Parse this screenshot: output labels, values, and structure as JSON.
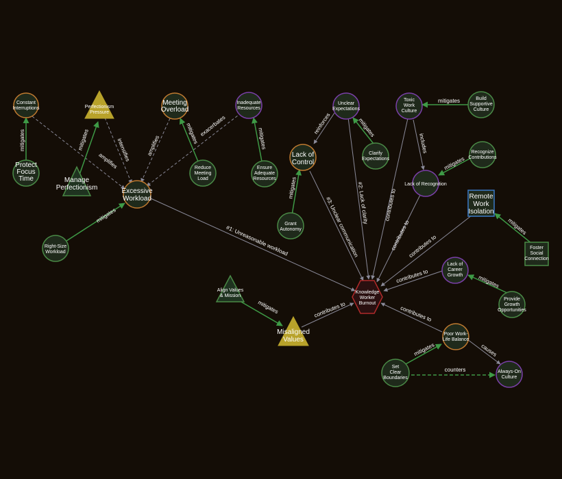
{
  "colors": {
    "background": "#140d06",
    "node_fill": "#1f2a1b",
    "green_stroke": "#4a8a46",
    "purple_stroke": "#7a3fa8",
    "orange_stroke": "#c07a30",
    "triangle_gold": "#b8a22a",
    "triangle_green": "#1f3320",
    "hexagon_stroke": "#b02a2a",
    "hexagon_fill": "#2a1010",
    "square_stroke": "#3a7ac8",
    "edge_grey": "#8a8a99",
    "edge_green": "#3e9a46"
  },
  "nodes": {
    "constant_interruptions": [
      "Constant",
      "Interruptions"
    ],
    "perfectionism_pressure": [
      "Perfectionism",
      "Pressure"
    ],
    "meeting_overload": [
      "Meeting",
      "Overload"
    ],
    "inadequate_resources": [
      "Inadequate",
      "Resources"
    ],
    "unclear_expectations": [
      "Unclear",
      "Expectations"
    ],
    "toxic_work_culture": [
      "Toxic",
      "Work",
      "Culture"
    ],
    "build_supportive_culture": [
      "Build",
      "Supportive",
      "Culture"
    ],
    "protect_focus_time": [
      "Protect",
      "Focus",
      "Time"
    ],
    "manage_perfectionism": [
      "Manage",
      "Perfectionism"
    ],
    "excessive_workload": [
      "Excessive",
      "Workload"
    ],
    "reduce_meeting_load": [
      "Reduce",
      "Meeting",
      "Load"
    ],
    "ensure_adequate_resources": [
      "Ensure",
      "Adequate",
      "Resources"
    ],
    "lack_of_control": [
      "Lack of",
      "Control"
    ],
    "clarify_expectations": [
      "Clarify",
      "Expectations"
    ],
    "recognize_contributions": [
      "Recognize",
      "Contributions"
    ],
    "lack_of_recognition": [
      "Lack of Recognition"
    ],
    "grant_autonomy": [
      "Grant",
      "Autonomy"
    ],
    "remote_work_isolation": [
      "Remote",
      "Work",
      "Isolation"
    ],
    "right_size_workload": [
      "Right-Size",
      "Workload"
    ],
    "foster_social_connection": [
      "Foster",
      "Social",
      "Connection"
    ],
    "lack_of_career_growth": [
      "Lack of",
      "Career",
      "Growth"
    ],
    "align_values_mission": [
      "Align Values",
      "& Mission"
    ],
    "knowledge_worker_burnout": [
      "Knowledge",
      "Worker",
      "Burnout"
    ],
    "provide_growth_opportunities": [
      "Provide",
      "Growth",
      "Opportunities"
    ],
    "misaligned_values": [
      "Misaligned",
      "Values"
    ],
    "poor_work_life_balance": [
      "Poor Work-",
      "Life Balance"
    ],
    "set_clear_boundaries": [
      "Set",
      "Clear",
      "Boundaries"
    ],
    "always_on_culture": [
      "Always-On",
      "Culture"
    ]
  },
  "edges": {
    "mitigates": "mitigates",
    "amplifies": "amplifies",
    "intensifies": "intensifies",
    "exacerbates": "exacerbates",
    "reinforces": "reinforces",
    "includes": "includes",
    "contributes_to": "contributes to",
    "causes": "causes",
    "counters": "counters",
    "unreasonable_workload": "#1: Unreasonable workload",
    "lack_of_clarity": "#2: Lack of clarity",
    "unclear_communication": "#3: Unclear communication"
  }
}
